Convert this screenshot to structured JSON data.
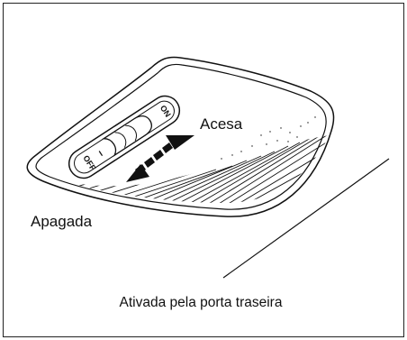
{
  "labels": {
    "on_state": "Acesa",
    "off_state": "Apagada",
    "caption": "Ativada pela porta traseira"
  },
  "switch": {
    "on_text": "ON",
    "off_text": "OFF",
    "middle_text": "I"
  },
  "colors": {
    "line": "#111111",
    "background": "#ffffff"
  }
}
